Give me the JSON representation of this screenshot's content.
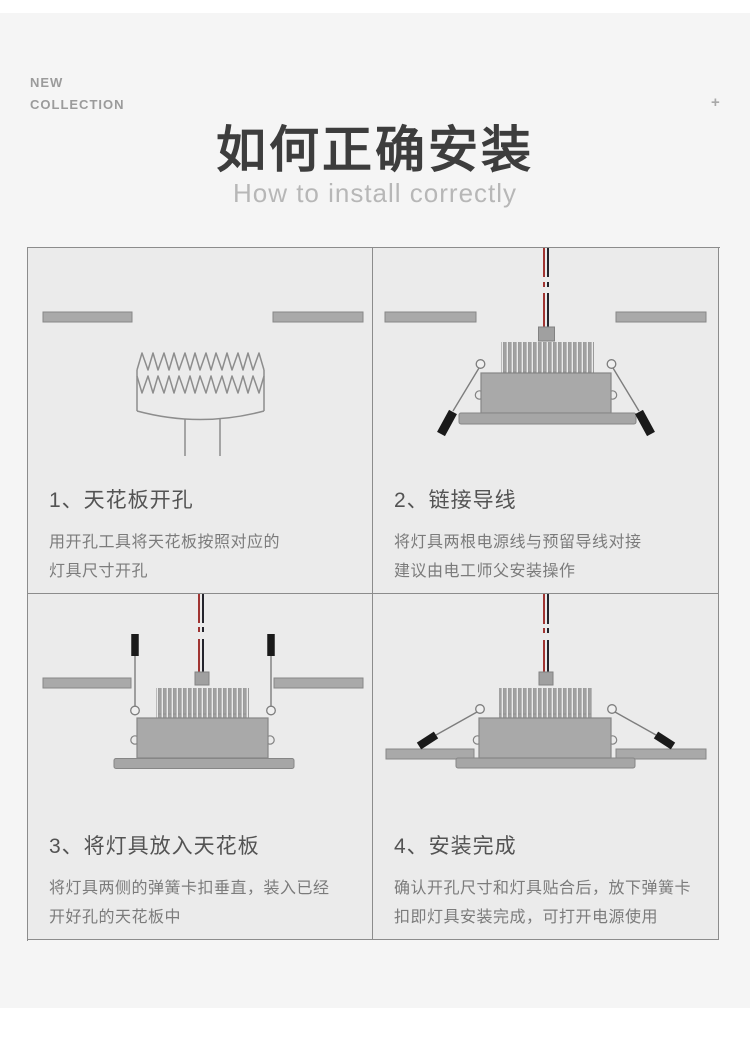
{
  "header": {
    "collection_line1": "NEW",
    "collection_line2": "COLLECTION",
    "plus_mark": "+",
    "title": "如何正确安装",
    "subtitle": "How to install correctly"
  },
  "steps": [
    {
      "number_title": "1、天花板开孔",
      "description": "用开孔工具将天花板按照对应的\n灯具尺寸开孔",
      "illustration": "hole-saw-cutting-ceiling"
    },
    {
      "number_title": "2、链接导线",
      "description": "将灯具两根电源线与预留导线对接\n建议由电工师父安装操作",
      "illustration": "downlight-wire-connection"
    },
    {
      "number_title": "3、将灯具放入天花板",
      "description": "将灯具两侧的弹簧卡扣垂直，装入已经\n开好孔的天花板中",
      "illustration": "downlight-clips-vertical-insert"
    },
    {
      "number_title": "4、安装完成",
      "description": "确认开孔尺寸和灯具贴合后，放下弹簧卡\n扣即灯具安装完成，可打开电源使用",
      "illustration": "downlight-installed-complete"
    }
  ],
  "colors": {
    "page_background": "#f5f5f5",
    "panel_background": "#ebebeb",
    "panel_border": "#8c8c8c",
    "metal_gray": "#a9a9a9",
    "outline_gray": "#8a8a8a",
    "wire_live_red": "#a03432",
    "wire_neutral_dark": "#24242c",
    "clip_handle_black": "#1a1a1a",
    "title_text": "#3d3d3d",
    "subtitle_text": "#b7b7b7"
  }
}
